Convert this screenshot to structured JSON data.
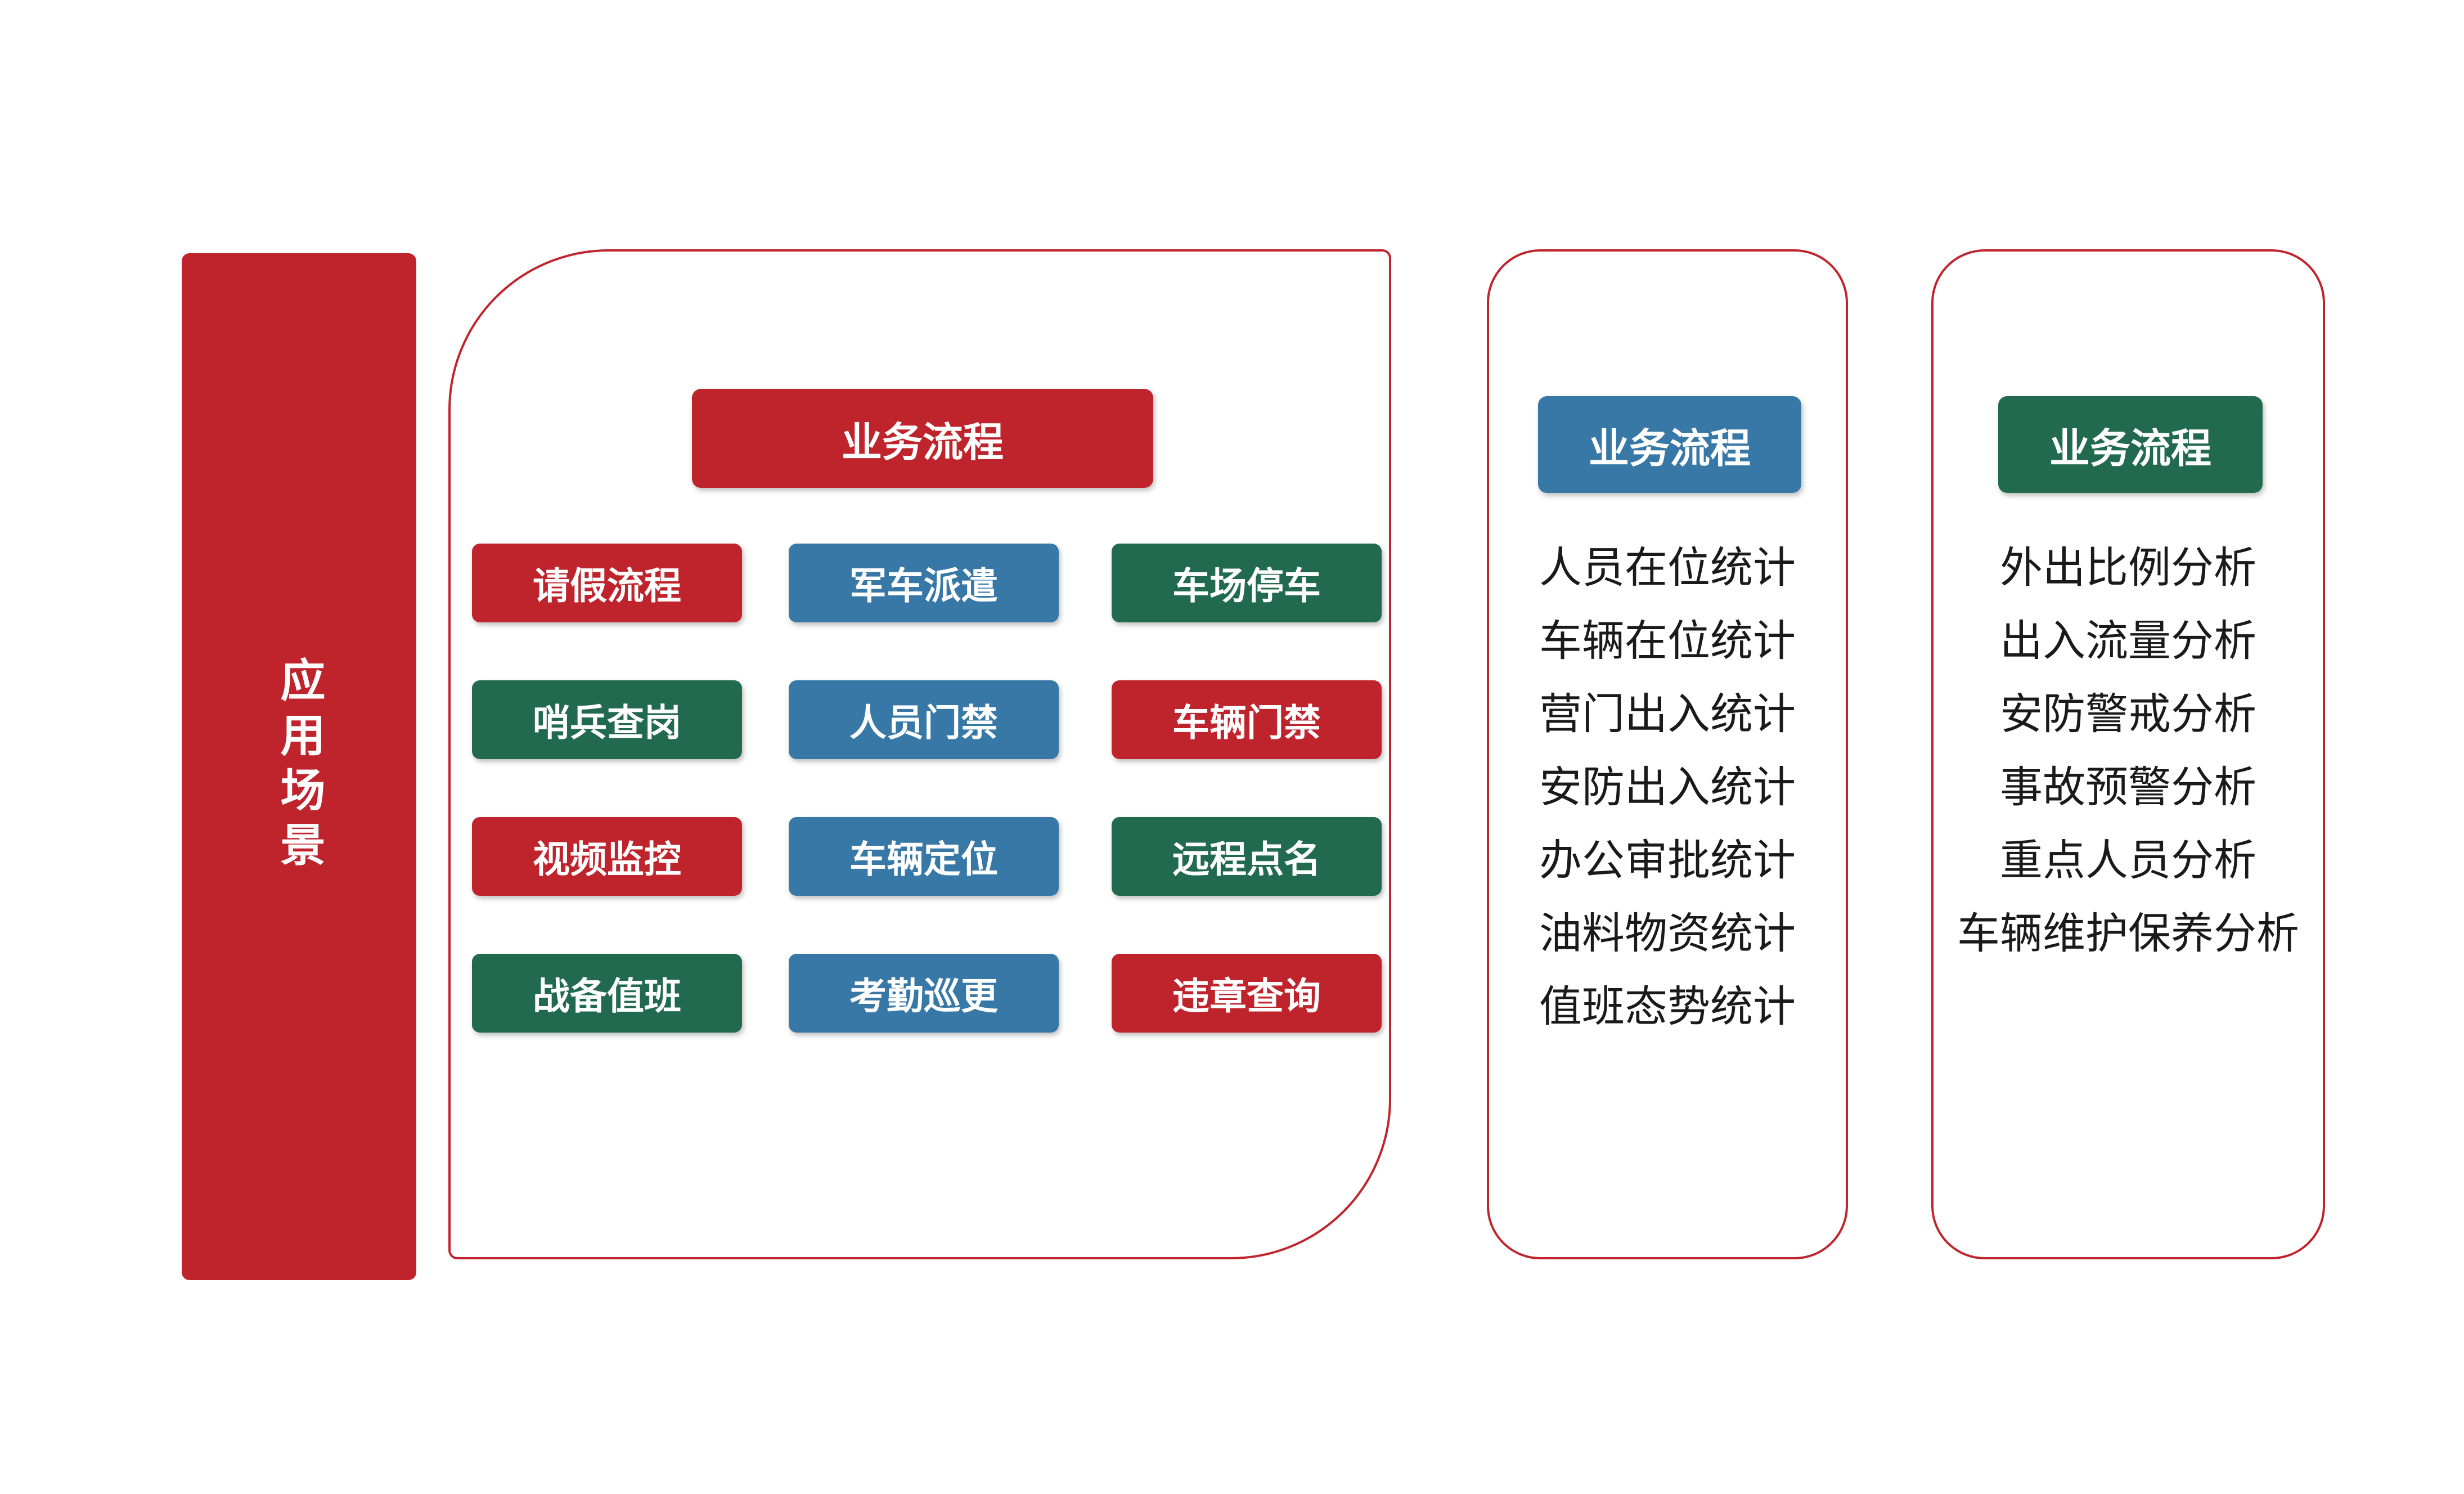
{
  "palette": {
    "red": "#BF242D",
    "blue": "#3778A7",
    "green": "#226A4F",
    "orange": "#EF9838",
    "panel_border": "#C0242C",
    "text_light": "#FFFFFF",
    "text_dark": "#1A1A1A"
  },
  "left_bar": {
    "label": "应用场景",
    "color": "red"
  },
  "main_panel": {
    "header": {
      "label": "业务流程",
      "color": "red"
    },
    "rows": [
      {
        "arrow_dir": "right",
        "boxes": [
          {
            "label": "请假流程",
            "color": "red"
          },
          {
            "label": "军车派遣",
            "color": "blue"
          },
          {
            "label": "车场停车",
            "color": "green"
          }
        ]
      },
      {
        "arrow_dir": "left",
        "boxes": [
          {
            "label": "哨兵查岗",
            "color": "green"
          },
          {
            "label": "人员门禁",
            "color": "blue"
          },
          {
            "label": "车辆门禁",
            "color": "red"
          }
        ]
      },
      {
        "arrow_dir": "right",
        "boxes": [
          {
            "label": "视频监控",
            "color": "red"
          },
          {
            "label": "车辆定位",
            "color": "blue"
          },
          {
            "label": "远程点名",
            "color": "green"
          }
        ]
      },
      {
        "arrow_dir": "left",
        "boxes": [
          {
            "label": "战备值班",
            "color": "green"
          },
          {
            "label": "考勤巡更",
            "color": "blue"
          },
          {
            "label": "违章查询",
            "color": "red"
          }
        ]
      }
    ],
    "down_arrows": [
      {
        "after_row": 0,
        "col": 2
      },
      {
        "after_row": 1,
        "col": 0
      },
      {
        "after_row": 2,
        "col": 2
      }
    ]
  },
  "stats_panel": {
    "header": {
      "label": "业务流程",
      "color": "blue"
    },
    "items": [
      "人员在位统计",
      "车辆在位统计",
      "营门出入统计",
      "安防出入统计",
      "办公审批统计",
      "油料物资统计",
      "值班态势统计"
    ]
  },
  "analysis_panel": {
    "header": {
      "label": "业务流程",
      "color": "green"
    },
    "items": [
      "外出比例分析",
      "出入流量分析",
      "安防警戒分析",
      "事故预警分析",
      "重点人员分析",
      "车辆维护保养分析"
    ]
  },
  "connectors": [
    {
      "from": "main_panel",
      "to": "stats_panel",
      "dir": "right"
    },
    {
      "from": "stats_panel",
      "to": "analysis_panel",
      "dir": "right"
    }
  ]
}
